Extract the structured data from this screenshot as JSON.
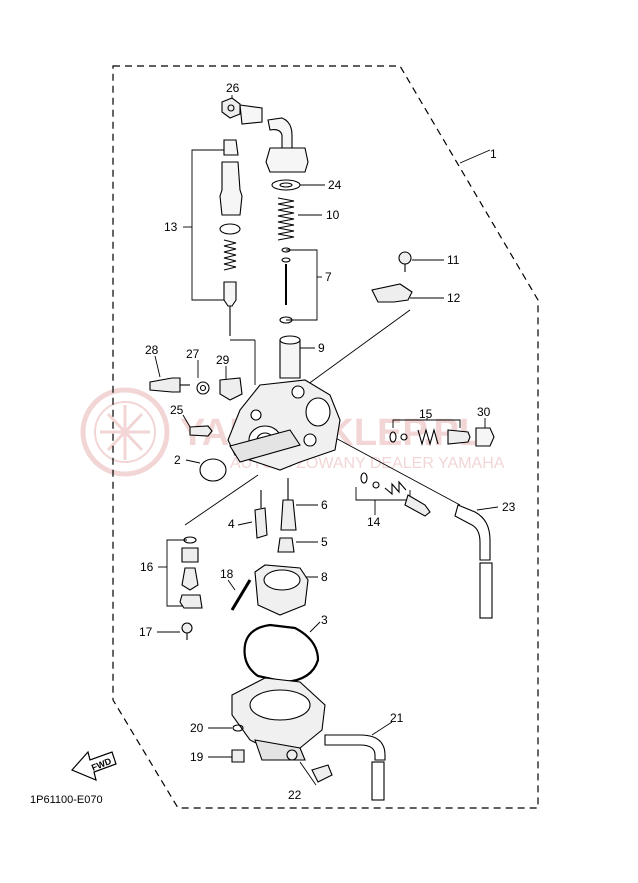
{
  "diagram_code": "1P61100-E070",
  "fwd_label": "FWD",
  "watermark": {
    "main": "YAMA-SKLEP.PL",
    "sub": "AUTORYZOWANY DEALER YAMAHA",
    "color": "#e8b4b4"
  },
  "callouts": {
    "p1": "1",
    "p2": "2",
    "p3": "3",
    "p4": "4",
    "p5": "5",
    "p6": "6",
    "p7": "7",
    "p8": "8",
    "p9": "9",
    "p10": "10",
    "p11": "11",
    "p12": "12",
    "p13": "13",
    "p14": "14",
    "p15": "15",
    "p16": "16",
    "p17": "17",
    "p18": "18",
    "p19": "19",
    "p20": "20",
    "p21": "21",
    "p22": "22",
    "p23": "23",
    "p24": "24",
    "p25": "25",
    "p26": "26",
    "p27": "27",
    "p28": "28",
    "p29": "29",
    "p30": "30"
  }
}
